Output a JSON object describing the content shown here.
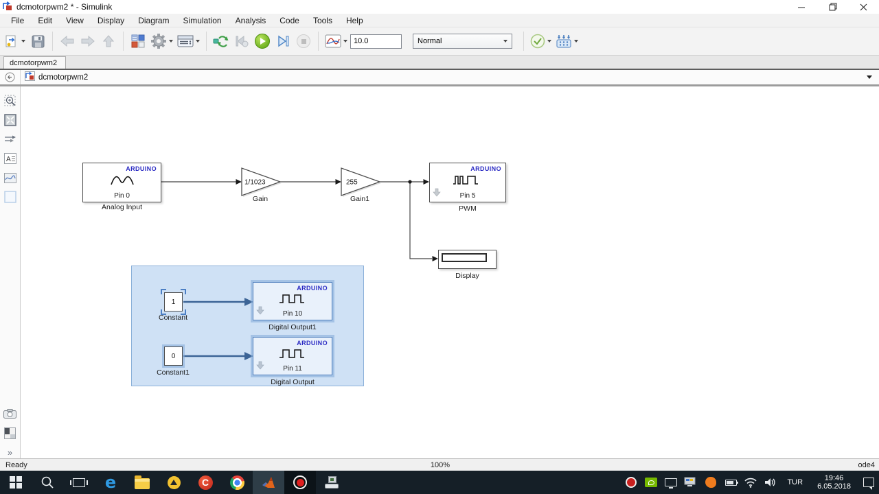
{
  "window": {
    "title": "dcmotorpwm2 * - Simulink"
  },
  "menubar": {
    "items": [
      "File",
      "Edit",
      "View",
      "Display",
      "Diagram",
      "Simulation",
      "Analysis",
      "Code",
      "Tools",
      "Help"
    ]
  },
  "toolbar": {
    "stop_time": "10.0",
    "mode": "Normal",
    "icons": [
      "new-model",
      "save",
      "back",
      "forward",
      "up",
      "library-browser",
      "model-settings",
      "model-configuration",
      "refresh-diagram",
      "step-back",
      "run",
      "step-forward",
      "stop",
      "simulation-data-inspector",
      "model-advisor",
      "deploy-to-hardware"
    ]
  },
  "tabs": {
    "active": "dcmotorpwm2"
  },
  "breadcrumb": {
    "model": "dcmotorpwm2"
  },
  "palette": {
    "chevrons": "»",
    "annotation_letter": "A",
    "icons": [
      "zoom-region",
      "fit-to-view",
      "signal-routing",
      "annotation",
      "image-curve",
      "area",
      "screenshot-camera",
      "model-badge",
      "expand-chevrons"
    ]
  },
  "canvas": {
    "analog_input": {
      "brand": "ARDUINO",
      "pin": "Pin 0",
      "label": "Analog Input"
    },
    "gain": {
      "value": "1/1023",
      "label": "Gain"
    },
    "gain1": {
      "value": "255",
      "label": "Gain1"
    },
    "pwm": {
      "brand": "ARDUINO",
      "pin": "Pin 5",
      "label": "PWM"
    },
    "display": {
      "label": "Display"
    },
    "constant": {
      "value": "1",
      "label": "Constant"
    },
    "digital_output1": {
      "brand": "ARDUINO",
      "pin": "Pin 10",
      "label": "Digital Output1"
    },
    "constant1": {
      "value": "0",
      "label": "Constant1"
    },
    "digital_output": {
      "brand": "ARDUINO",
      "pin": "Pin 11",
      "label": "Digital Output"
    }
  },
  "statusbar": {
    "status": "Ready",
    "zoom": "100%",
    "solver": "ode4"
  },
  "taskbar": {
    "language": "TUR",
    "time": "19:46",
    "date": "6.05.2018",
    "apps": [
      "start",
      "search",
      "task-view",
      "edge",
      "file-explorer",
      "antivirus",
      "ccleaner",
      "chrome",
      "matlab",
      "screen-recorder",
      "machine-tool"
    ],
    "tray": [
      "record",
      "nvidia",
      "monitor",
      "display-settings",
      "avast",
      "battery",
      "wifi",
      "volume",
      "action-center"
    ]
  },
  "colors": {
    "arduino_brand": "#2d2dc4",
    "selection_fill": "#cfe1f5",
    "selection_border": "#8ab0d9",
    "selection_arrow": "#3c6496",
    "run_green": "#56a00c",
    "taskbar_bg": "#151f27"
  }
}
